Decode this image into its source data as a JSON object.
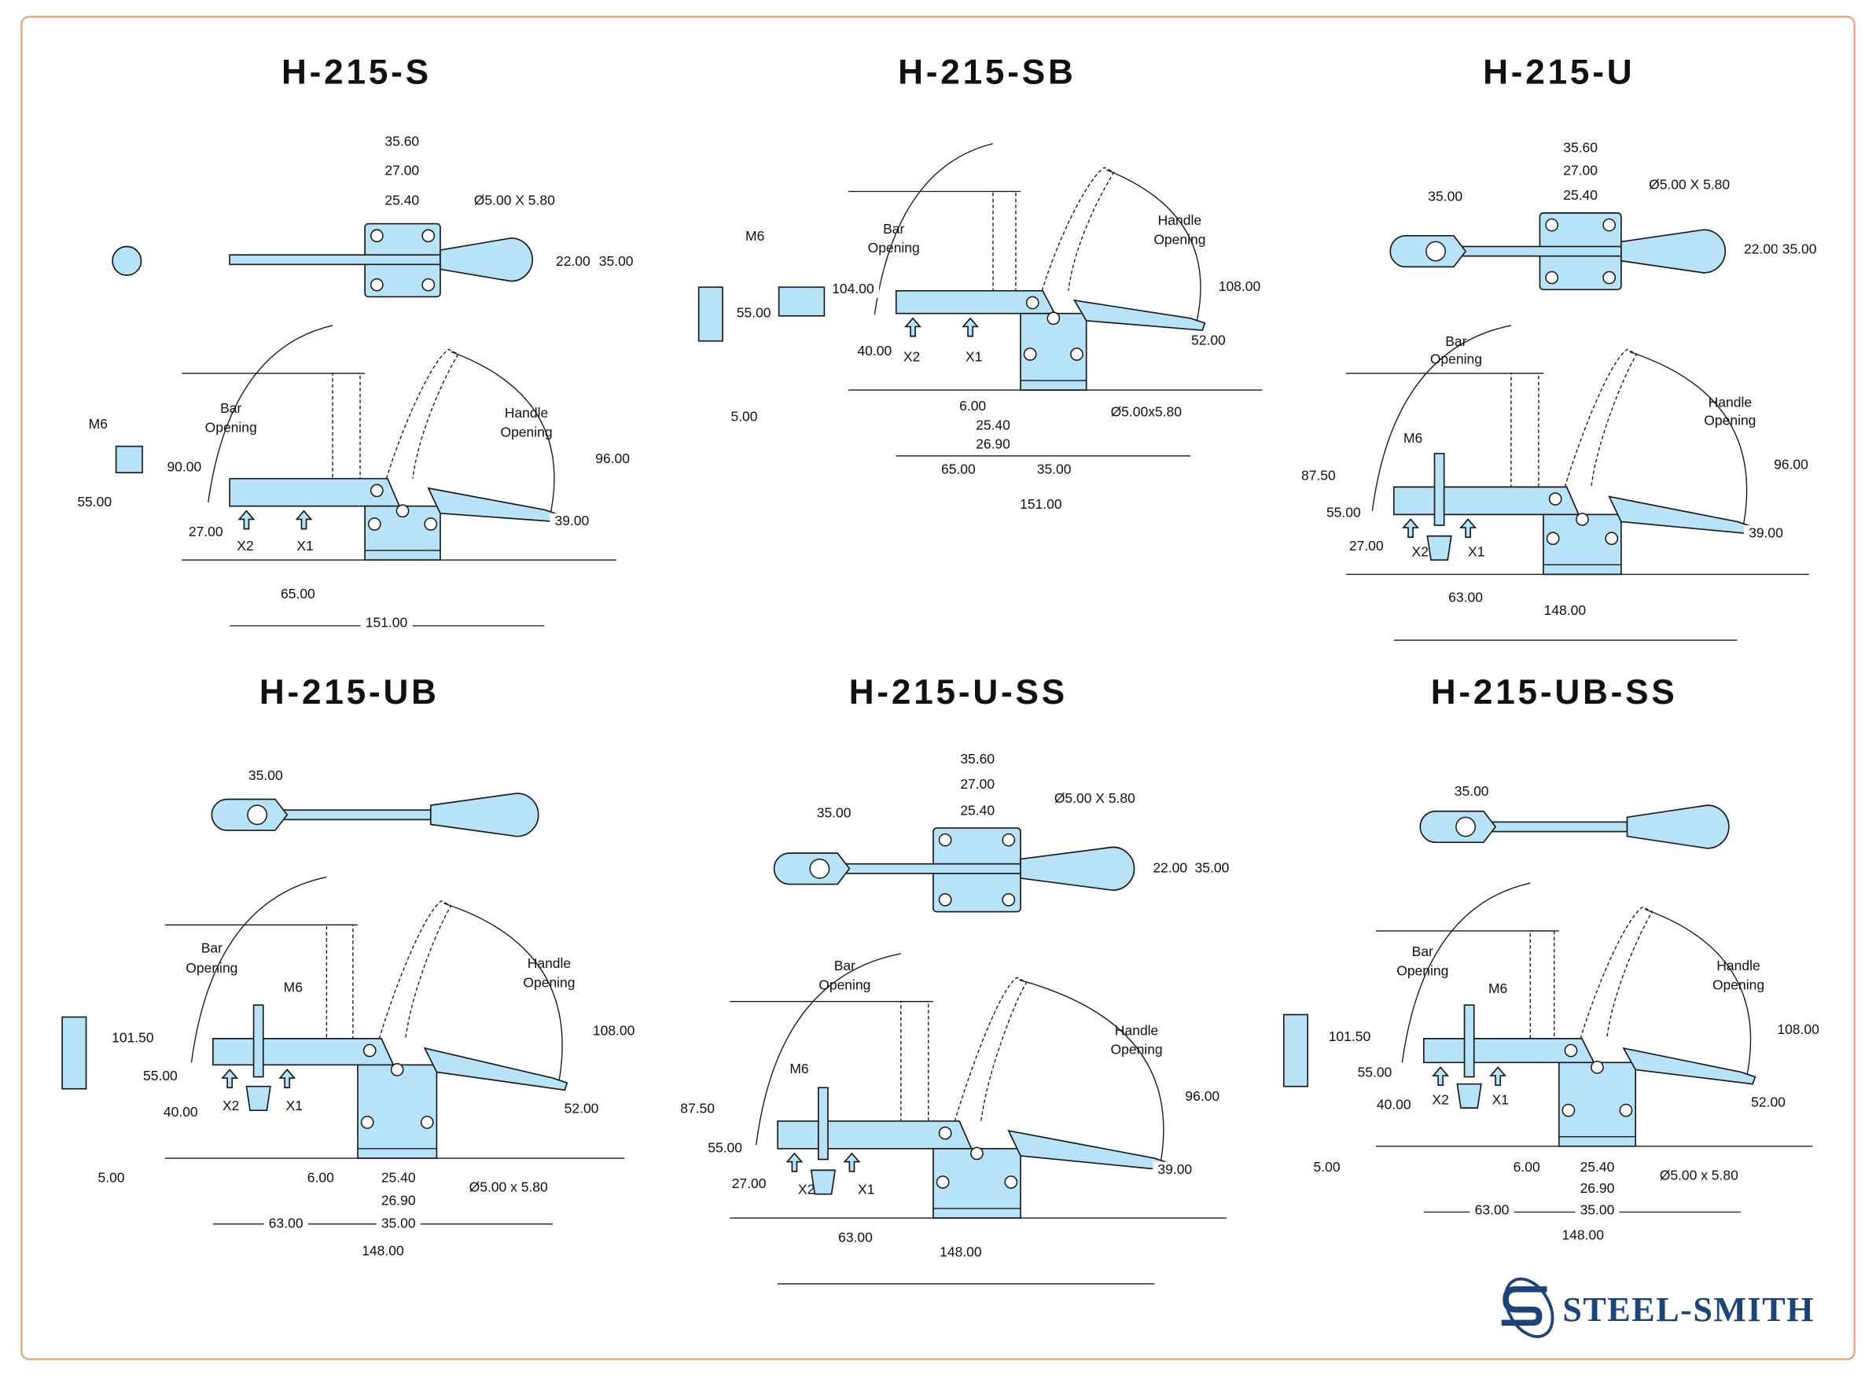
{
  "colors": {
    "frame": "#e8a27a",
    "part_fill": "#b7e2f8",
    "logo": "#1d4474"
  },
  "logo": {
    "text": "STEEL-SMITH"
  },
  "panels": [
    {
      "title": "H-215-S",
      "labels": [
        "35.60",
        "27.00",
        "25.40",
        "Ø5.00 X 5.80",
        "22.00",
        "35.00",
        "Bar",
        "Opening",
        "Handle",
        "Opening",
        "M6",
        "90.00",
        "96.00",
        "55.00",
        "27.00",
        "39.00",
        "X2",
        "X1",
        "65.00",
        "151.00"
      ]
    },
    {
      "title": "H-215-SB",
      "labels": [
        "M6",
        "Bar",
        "Opening",
        "Handle",
        "Opening",
        "104.00",
        "108.00",
        "55.00",
        "52.00",
        "40.00",
        "X2",
        "X1",
        "5.00",
        "6.00",
        "Ø5.00x5.80",
        "25.40",
        "26.90",
        "65.00",
        "35.00",
        "151.00"
      ]
    },
    {
      "title": "H-215-U",
      "labels": [
        "35.60",
        "27.00",
        "25.40",
        "Ø5.00 X 5.80",
        "35.00",
        "22.00",
        "35.00",
        "Bar",
        "Opening",
        "Handle",
        "Opening",
        "M6",
        "96.00",
        "87.50",
        "55.00",
        "39.00",
        "27.00",
        "X2",
        "X1",
        "63.00",
        "148.00"
      ]
    },
    {
      "title": "H-215-UB",
      "labels": [
        "35.00",
        "Bar",
        "Opening",
        "Handle",
        "Opening",
        "M6",
        "101.50",
        "108.00",
        "55.00",
        "52.00",
        "X2",
        "X1",
        "40.00",
        "6.00",
        "25.40",
        "Ø5.00 x 5.80",
        "26.90",
        "5.00",
        "63.00",
        "35.00",
        "148.00"
      ]
    },
    {
      "title": "H-215-U-SS",
      "labels": [
        "35.60",
        "27.00",
        "25.40",
        "Ø5.00 X 5.80",
        "35.00",
        "22.00",
        "35.00",
        "Bar",
        "Opening",
        "Handle",
        "Opening",
        "M6",
        "96.00",
        "87.50",
        "55.00",
        "39.00",
        "27.00",
        "X2",
        "X1",
        "63.00",
        "148.00"
      ]
    },
    {
      "title": "H-215-UB-SS",
      "labels": [
        "35.00",
        "Bar",
        "Opening",
        "Handle",
        "Opening",
        "M6",
        "101.50",
        "108.00",
        "55.00",
        "52.00",
        "X2",
        "X1",
        "40.00",
        "6.00",
        "25.40",
        "Ø5.00 x 5.80",
        "26.90",
        "5.00",
        "63.00",
        "35.00",
        "148.00"
      ]
    }
  ]
}
